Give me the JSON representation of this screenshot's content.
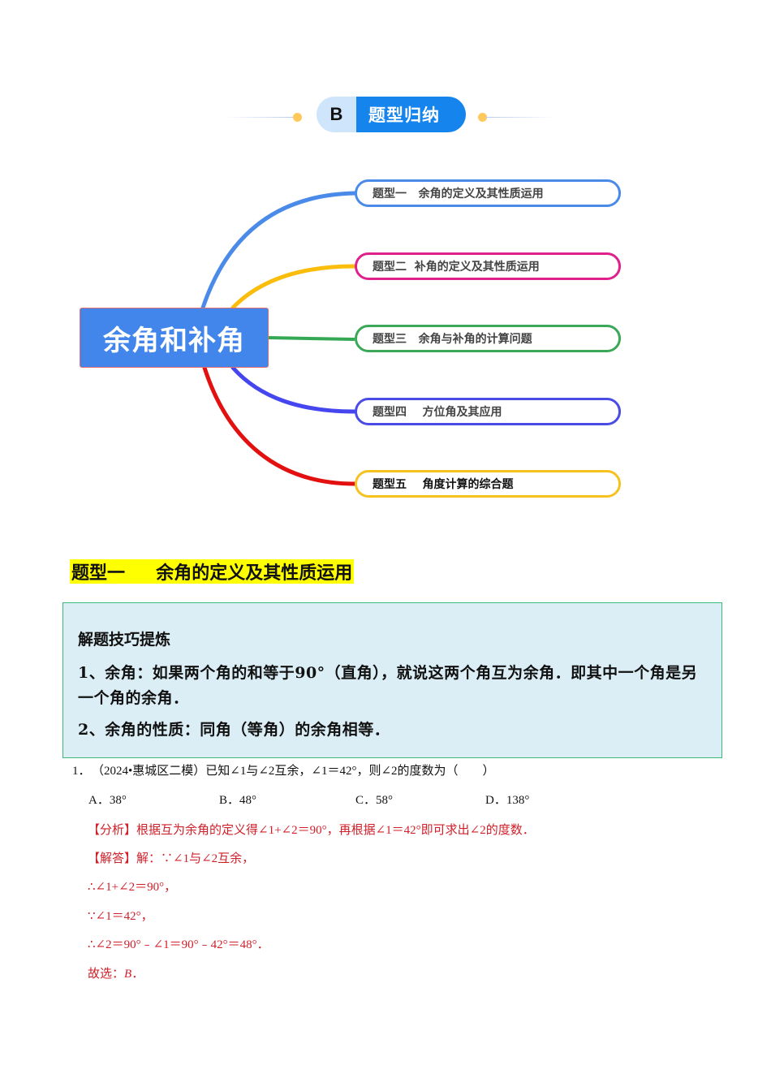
{
  "section_header": {
    "letter": "B",
    "title": "题型归纳"
  },
  "mind_map": {
    "root": "余角和补角",
    "branches": [
      {
        "label": "题型一   余角的定义及其性质运用",
        "color": "#4a8ae8"
      },
      {
        "label": "题型二  补角的定义及其性质运用",
        "color": "#e0208c"
      },
      {
        "label": "题型三   余角与补角的计算问题",
        "color": "#3aa858"
      },
      {
        "label": "题型四    方位角及其应用",
        "color": "#4b4be6"
      },
      {
        "label": "题型五    角度计算的综合题",
        "color": "#f5c21f"
      }
    ],
    "connector_colors": [
      "#4a8ae8",
      "#fbbd0c",
      "#34a853",
      "#4646f0",
      "#e31010"
    ]
  },
  "section_title": "题型一     余角的定义及其性质运用",
  "tip_box": {
    "title": "解题技巧提炼",
    "lines": [
      "1、余角：如果两个角的和等于90°（直角），就说这两个角互为余角．即其中一个角是另一个角的余角．",
      "2、余角的性质：同角（等角）的余角相等．"
    ]
  },
  "question": {
    "number": "1．",
    "text": "（2024•惠城区二模）已知∠1与∠2互余，∠1＝42°，则∠2的度数为（　　）",
    "options": [
      {
        "label": "A．38°"
      },
      {
        "label": "B．48°"
      },
      {
        "label": "C．58°"
      },
      {
        "label": "D．138°"
      }
    ]
  },
  "solution": {
    "analysis": "【分析】根据互为余角的定义得∠1+∠2＝90°，再根据∠1＝42°即可求出∠2的度数．",
    "answer_intro": "【解答】解：∵∠1与∠2互余，",
    "steps": [
      "∴∠1+∠2＝90°，",
      "∵∠1＝42°，",
      "∴∠2＝90°﹣∠1＝90°﹣42°＝48°．"
    ],
    "choice_prefix": "故选：",
    "choice": "B",
    "choice_suffix": "．"
  }
}
